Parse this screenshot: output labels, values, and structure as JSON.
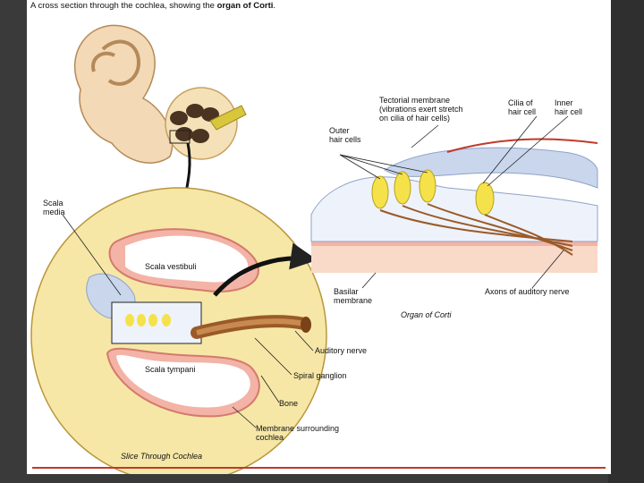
{
  "title_prefix": "A cross section through the cochlea, showing the",
  "title_bold": "organ of Corti",
  "title_suffix": ".",
  "labels": {
    "scala_media_1": "Scala",
    "scala_media_2": "media",
    "scala_vestibuli": "Scala vestibuli",
    "scala_tympani": "Scala tympani",
    "auditory_nerve": "Auditory nerve",
    "spiral_ganglion": "Spiral ganglion",
    "bone": "Bone",
    "membrane_surrounding_1": "Membrane surrounding",
    "membrane_surrounding_2": "cochlea",
    "tectorial_1": "Tectorial membrane",
    "tectorial_2": "(vibrations exert stretch",
    "tectorial_3": "on cilia of hair cells)",
    "cilia_1": "Cilia of",
    "cilia_2": "hair cell",
    "inner_1": "Inner",
    "inner_2": "hair cell",
    "outer_1": "Outer",
    "outer_2": "hair cells",
    "basilar_1": "Basilar",
    "basilar_2": "membrane",
    "axons": "Axons of auditory nerve"
  },
  "captions": {
    "organ_of_corti": "Organ of Corti",
    "slice": "Slice Through Cochlea"
  },
  "colors": {
    "bone": "#f6e7a6",
    "scala_pink": "#f3b3a6",
    "nerve": "#9a5a28",
    "hair_cell": "#f5e24a",
    "accent_red": "#c0392b",
    "membrane_blue": "#c9d6ec"
  }
}
